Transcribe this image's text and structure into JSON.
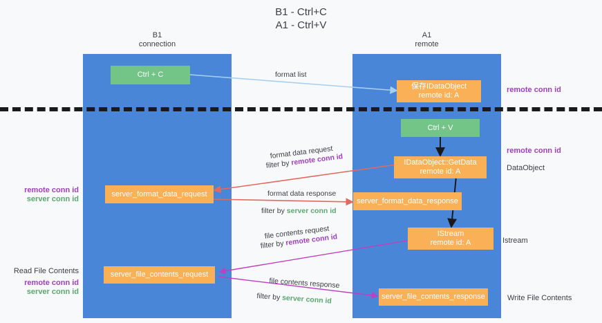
{
  "title": "B1 - Ctrl+C\nA1 - Ctrl+V",
  "columns": [
    {
      "name": "B1",
      "sub": "connection",
      "header": "B1\nconnection"
    },
    {
      "name": "A1",
      "sub": "remote",
      "header": "A1\nremote"
    }
  ],
  "nodes": {
    "ctrl_c": "Ctrl + C",
    "ctrl_v": "Ctrl + V",
    "save_idataobject": "保存IDataObject\nremote id: A",
    "idataobject_getdata": "IDataObject::GetData\nremote id: A",
    "istream": "IStream\nremote id: A",
    "server_format_data_request": "server_format_data_request",
    "server_format_data_response": "server_format_data_response",
    "server_file_contents_request": "server_file_contents_request",
    "server_file_contents_response": "server_file_contents_response"
  },
  "edges": {
    "format_list": "format list",
    "format_data_request": "format data request",
    "format_data_request_filter_prefix": "filter by ",
    "format_data_request_filter_key": "remote conn id",
    "format_data_response": "format data response",
    "format_data_response_filter_prefix": "filter by ",
    "format_data_response_filter_key": "server conn id",
    "file_contents_request": "file contents request",
    "file_contents_request_filter_prefix": "filter by ",
    "file_contents_request_filter_key": "remote conn id",
    "file_contents_response": "file contents response",
    "file_contents_response_filter_prefix": "filter by ",
    "file_contents_response_filter_key": "server conn id"
  },
  "annotations": {
    "right_remote_conn_id_top": "remote conn id",
    "right_remote_conn_id_mid": "remote conn id",
    "right_dataobject": "DataObject",
    "right_istream": "Istream",
    "right_write_file_contents": "Write File Contents",
    "left_remote_conn_id": "remote conn id",
    "left_server_conn_id": "server conn id",
    "left_read_file_contents": "Read File Contents",
    "left_remote_conn_id_2": "remote conn id",
    "left_server_conn_id_2": "server conn id"
  },
  "colors": {
    "lane": "#4a86d8",
    "node_green": "#73c487",
    "node_orange": "#f9b057",
    "key_purple": "#a23fc0",
    "key_green": "#5aa96f",
    "wire_blue": "#a8cff0",
    "wire_red": "#e2695f",
    "wire_magenta": "#c03fc0",
    "wire_black": "#1a1a1a",
    "background": "#f8f9fa"
  }
}
